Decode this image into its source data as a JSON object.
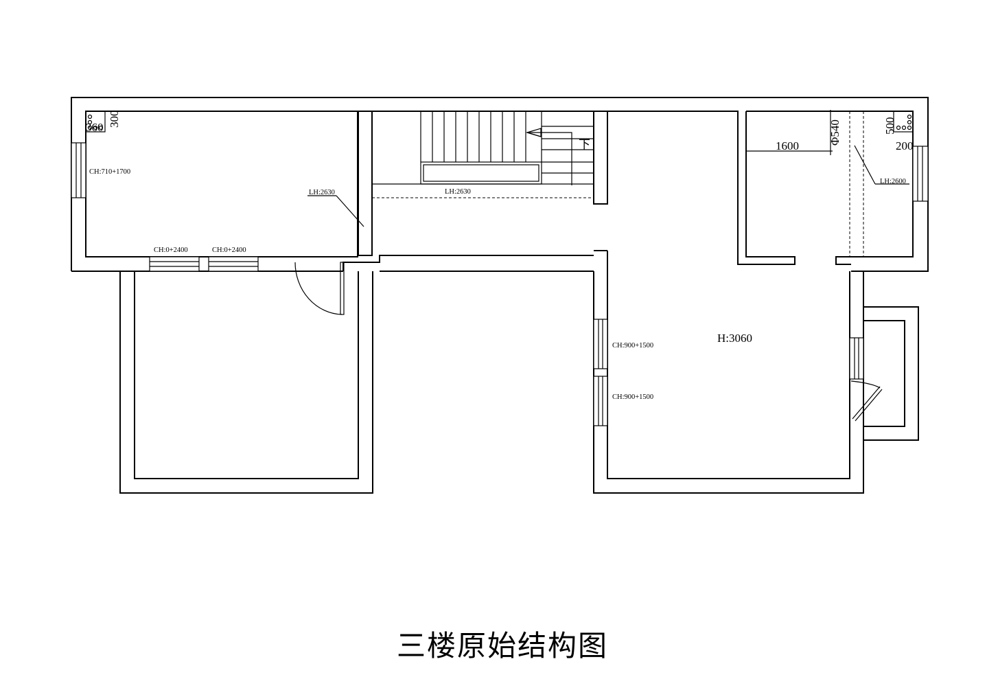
{
  "title": "三楼原始结构图",
  "labels": {
    "window_left": "CH:710+1700",
    "window_bottom_1": "CH:0+2400",
    "window_bottom_2": "CH:0+2400",
    "lintel_left": "LH:2630",
    "lintel_stair": "LH:2630",
    "lintel_right": "LH:2600",
    "window_right_1": "CH:900+1500",
    "window_right_2": "CH:900+1500",
    "room_height": "H:3060",
    "stair_direction": "下"
  },
  "dimensions": {
    "pipe_left_w": "360",
    "pipe_left_h": "300",
    "wall_1600": "1600",
    "pipe_diameter": "Φ540",
    "pipe_right_h": "500",
    "pipe_right_w": "200"
  }
}
